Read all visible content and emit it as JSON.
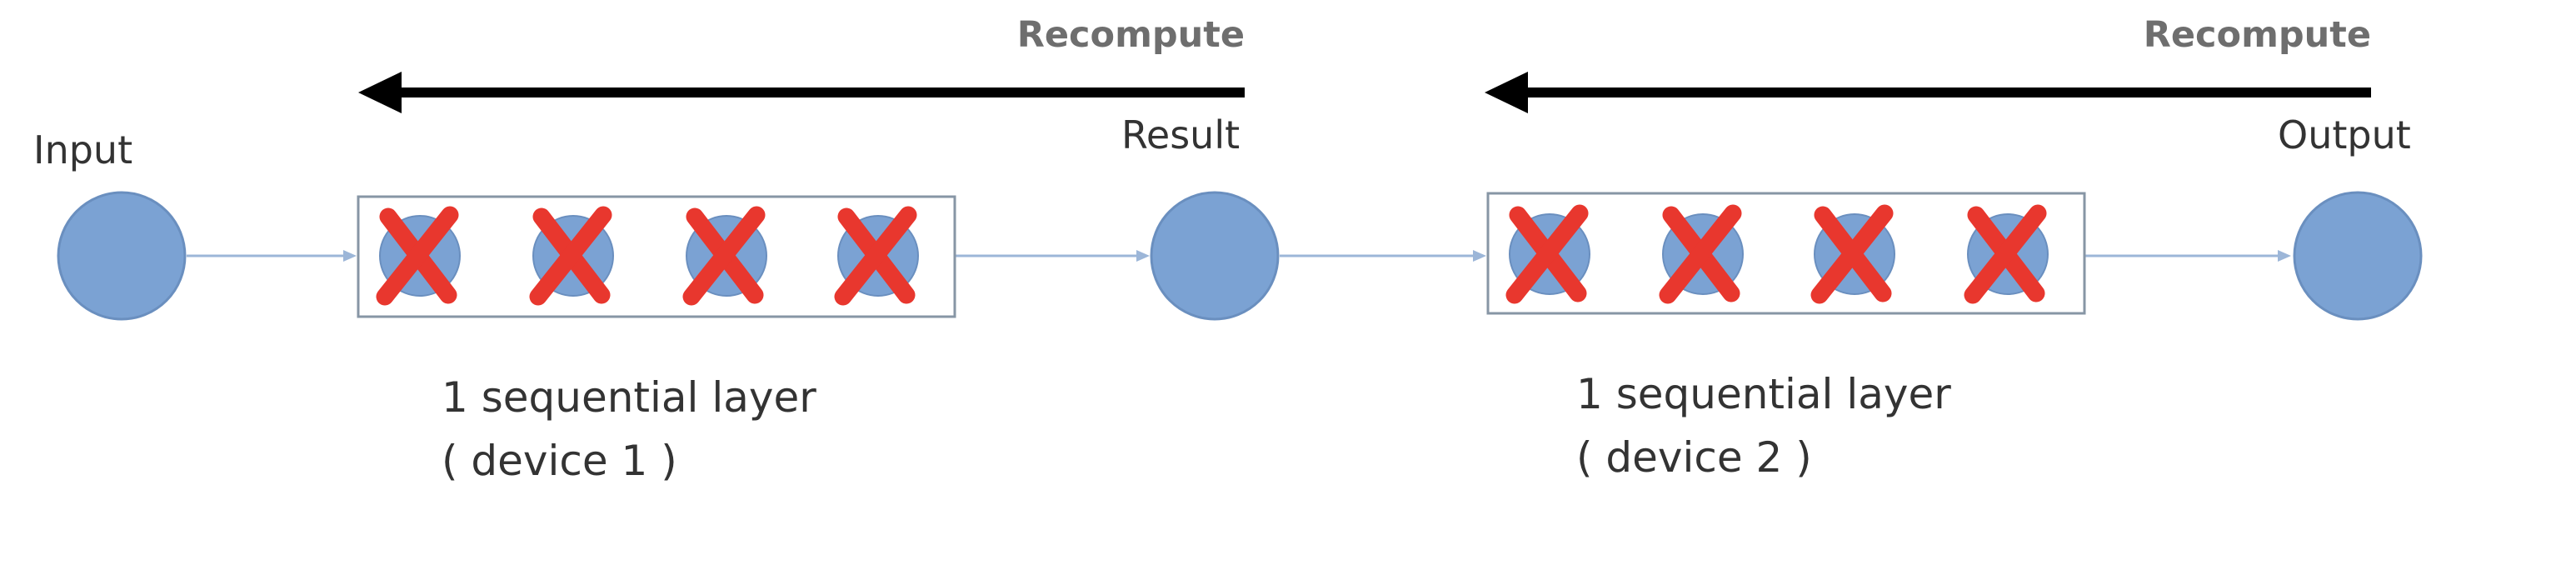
{
  "diagram": {
    "nodes": {
      "input": "Input",
      "result": "Result",
      "output": "Output"
    },
    "recompute": {
      "left": "Recompute",
      "right": "Recompute"
    },
    "layers": [
      {
        "caption_line1": "1 sequential layer",
        "caption_line2": "( device 1 )",
        "unit_count": 4,
        "units_crossed_out": true
      },
      {
        "caption_line1": "1 sequential layer",
        "caption_line2": "( device 2 )",
        "unit_count": 4,
        "units_crossed_out": true
      }
    ]
  },
  "colors": {
    "node_fill": "#7ba2d3",
    "cross_mark": "#e8372e",
    "recompute_arrow": "#000000",
    "recompute_text": "#6e6e6e",
    "connector": "#9cb6d8"
  },
  "icons": {
    "cross": "cross-mark-icon",
    "arrow": "arrow-left-icon"
  }
}
